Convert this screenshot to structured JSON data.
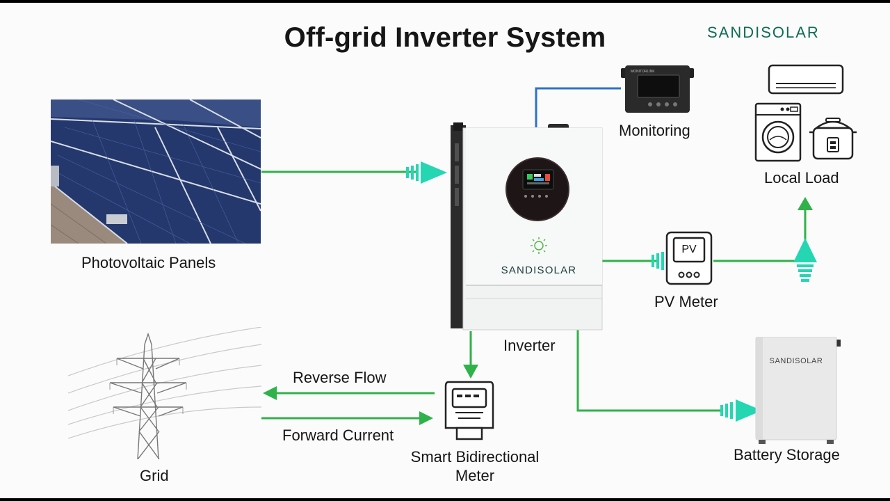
{
  "title": "Off-grid Inverter System",
  "brand": "SANDISOLAR",
  "labels": {
    "pv_panels": "Photovoltaic Panels",
    "monitoring": "Monitoring",
    "local_load": "Local Load",
    "pv_meter": "PV Meter",
    "inverter": "Inverter",
    "battery": "Battery Storage",
    "reverse_flow": "Reverse Flow",
    "forward_current": "Forward Current",
    "smart_meter_line1": "Smart Bidirectional",
    "smart_meter_line2": "Meter",
    "grid": "Grid"
  },
  "device_text": {
    "inverter_brand": "SANDISOLAR",
    "battery_brand": "SANDISOLAR",
    "pv_meter_text": "PV",
    "monitor_brand": "MONITORLINK"
  },
  "colors": {
    "flow_green": "#2fb24a",
    "arrow_teal": "#25d6b3",
    "monitor_line": "#2f6fd0",
    "brand_green": "#0f6b55"
  }
}
